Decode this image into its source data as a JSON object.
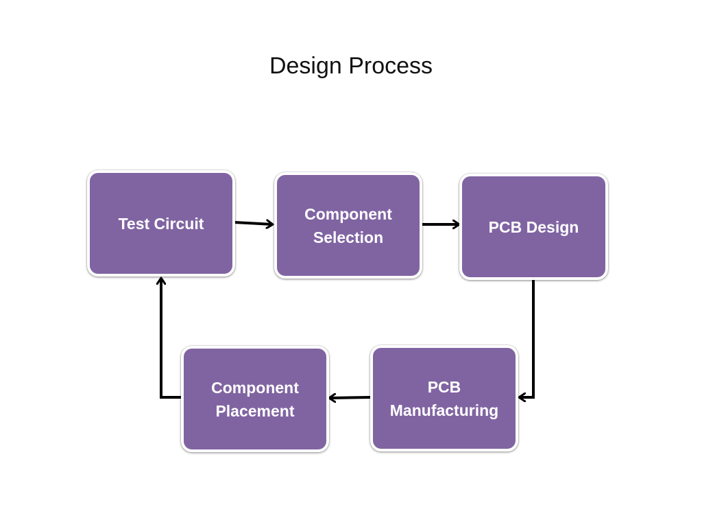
{
  "title": "Design Process",
  "colors": {
    "node_fill": "#8064a2",
    "node_border": "#ffffff",
    "connector": "#000000",
    "title_text": "#111111"
  },
  "nodes": [
    {
      "id": "test-circuit",
      "label": "Test Circuit"
    },
    {
      "id": "component-selection",
      "label": "Component\nSelection"
    },
    {
      "id": "pcb-design",
      "label": "PCB Design"
    },
    {
      "id": "pcb-manufacturing",
      "label": "PCB\nManufacturing"
    },
    {
      "id": "component-placement",
      "label": "Component\nPlacement"
    }
  ],
  "edges": [
    {
      "from": "test-circuit",
      "to": "component-selection"
    },
    {
      "from": "component-selection",
      "to": "pcb-design"
    },
    {
      "from": "pcb-design",
      "to": "pcb-manufacturing"
    },
    {
      "from": "pcb-manufacturing",
      "to": "component-placement"
    },
    {
      "from": "component-placement",
      "to": "test-circuit"
    }
  ]
}
